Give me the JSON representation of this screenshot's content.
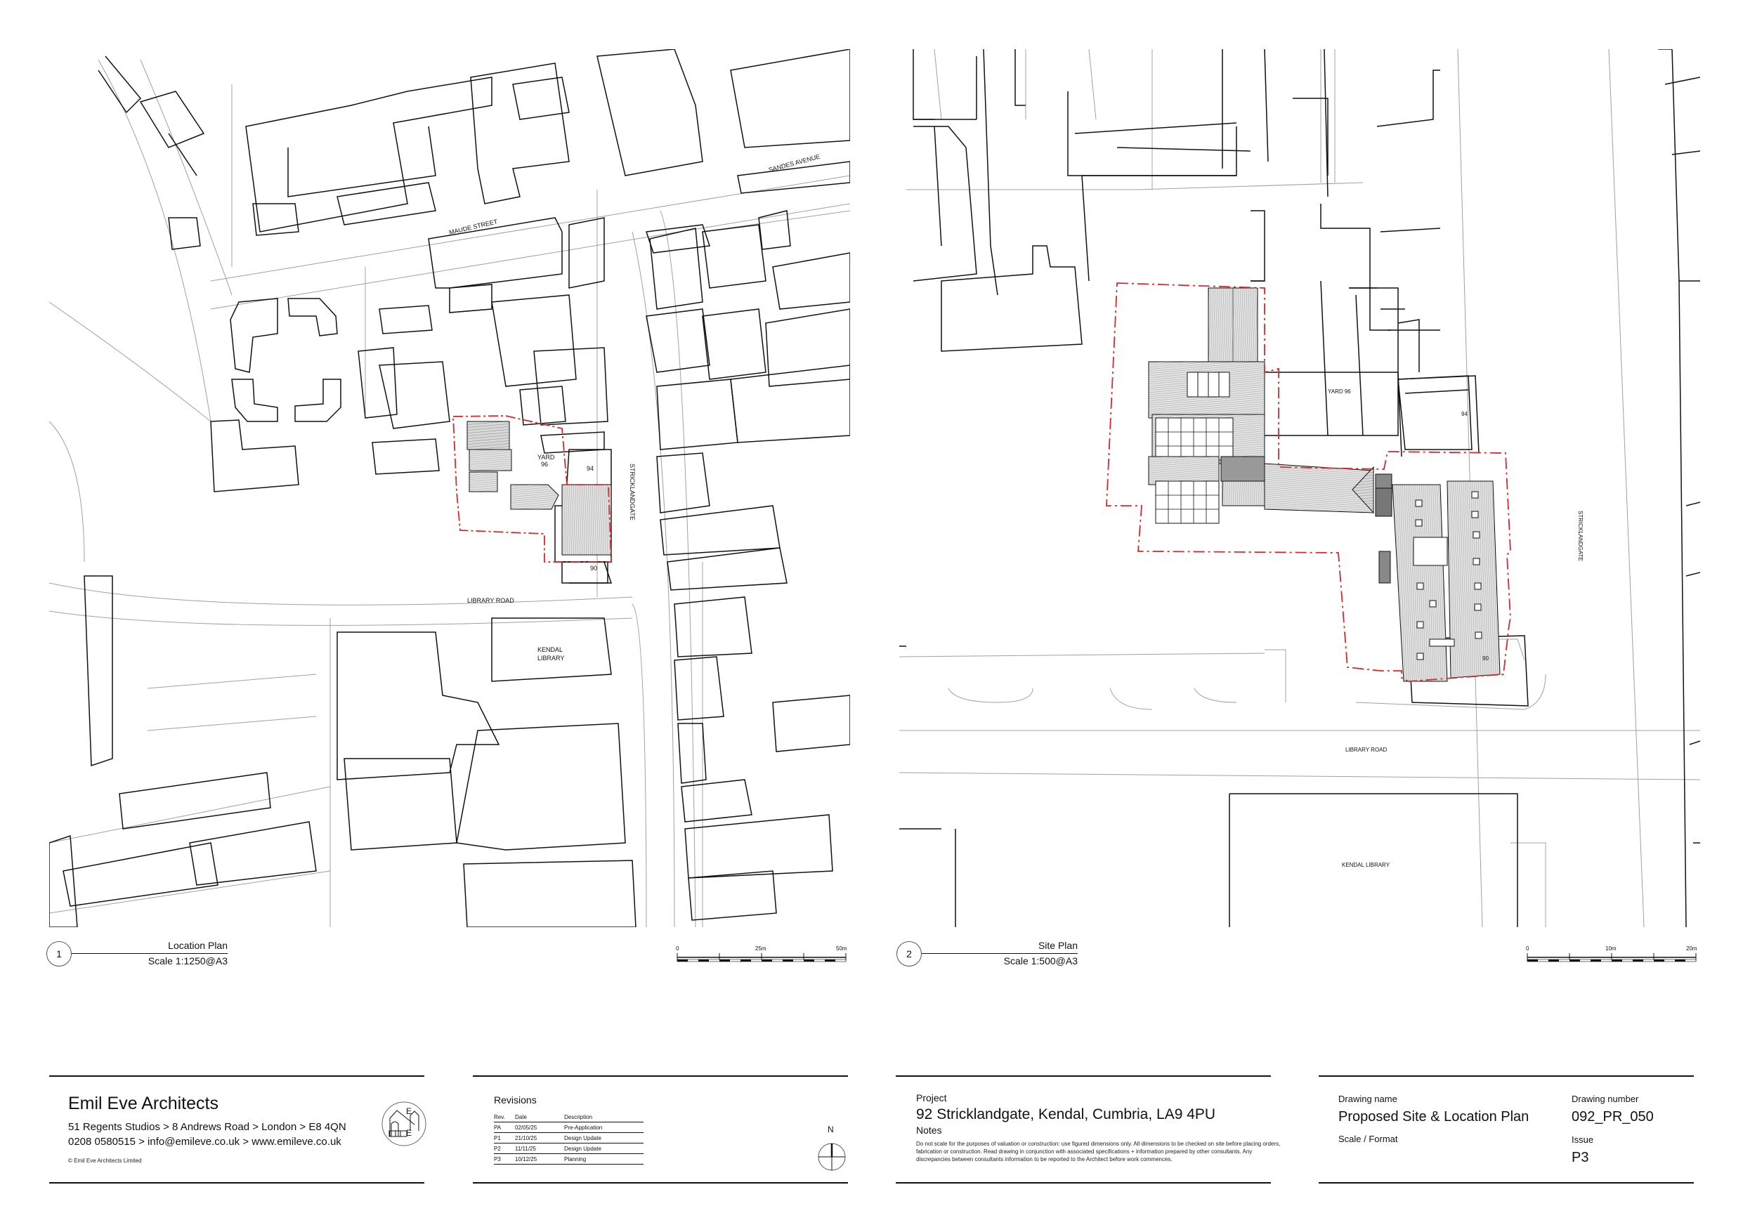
{
  "drawing_1": {
    "number": "1",
    "name": "Location Plan",
    "scale": "Scale 1:1250@A3",
    "scale_bar": {
      "labels": [
        "0",
        "25m",
        "50m"
      ]
    },
    "street_labels": {
      "maude_street": "MAUDE STREET",
      "sandes_avenue": "SANDES AVENUE",
      "stricklandgate": "STRICKLANDGATE",
      "library_road": "LIBRARY ROAD",
      "kendal_library_1": "KENDAL",
      "kendal_library_2": "LIBRARY",
      "yard_1": "YARD",
      "yard_2": "96",
      "no_94": "94",
      "no_90": "90"
    }
  },
  "drawing_2": {
    "number": "2",
    "name": "Site Plan",
    "scale": "Scale 1:500@A3",
    "scale_bar": {
      "labels": [
        "0",
        "10m",
        "20m"
      ]
    },
    "street_labels": {
      "stricklandgate": "STRICKLANDGATE",
      "library_road": "LIBRARY ROAD",
      "kendal_library": "KENDAL LIBRARY",
      "yard": "YARD 96",
      "no_94": "94",
      "no_90": "90"
    }
  },
  "colors": {
    "site_boundary": "#d42a2a",
    "building_outline": "#111111",
    "context_line": "#9a9a9a",
    "hatch_fill": "#c8c8c8"
  },
  "title_block": {
    "firm": {
      "name": "Emil Eve Architects",
      "address": "51 Regents Studios > 8 Andrews Road > London > E8 4QN",
      "contact": "0208 0580515 > info@emileve.co.uk > www.emileve.co.uk",
      "copyright": "© Emil Eve Architects Limited",
      "logo_letters": [
        "E",
        "E"
      ]
    },
    "revisions": {
      "title": "Revisions",
      "headers": [
        "Rev.",
        "Date",
        "Description"
      ],
      "rows": [
        {
          "rev": "PA",
          "date": "02/05/25",
          "description": "Pre-Application"
        },
        {
          "rev": "P1",
          "date": "21/10/25",
          "description": "Design Update"
        },
        {
          "rev": "P2",
          "date": "11/11/25",
          "description": "Design Update"
        },
        {
          "rev": "P3",
          "date": "10/12/25",
          "description": "Planning"
        }
      ]
    },
    "north_arrow": {
      "label": "N"
    },
    "project": {
      "label": "Project",
      "title": "92 Stricklandgate, Kendal, Cumbria, LA9 4PU",
      "notes_label": "Notes",
      "notes": "Do not scale for the purposes of valuation or construction: use figured dimensions only. All dimensions to be checked on site before placing orders, fabrication or construction. Read drawing in conjunction with associated specifications + information prepared by other consultants. Any discrepancies between consultants information to be reported to the Architect before work commences."
    },
    "drawing": {
      "name_label": "Drawing name",
      "name": "Proposed Site & Location Plan",
      "scale_label": "Scale / Format",
      "number_label": "Drawing number",
      "number": "092_PR_050",
      "issue_label": "Issue",
      "issue": "P3"
    }
  }
}
